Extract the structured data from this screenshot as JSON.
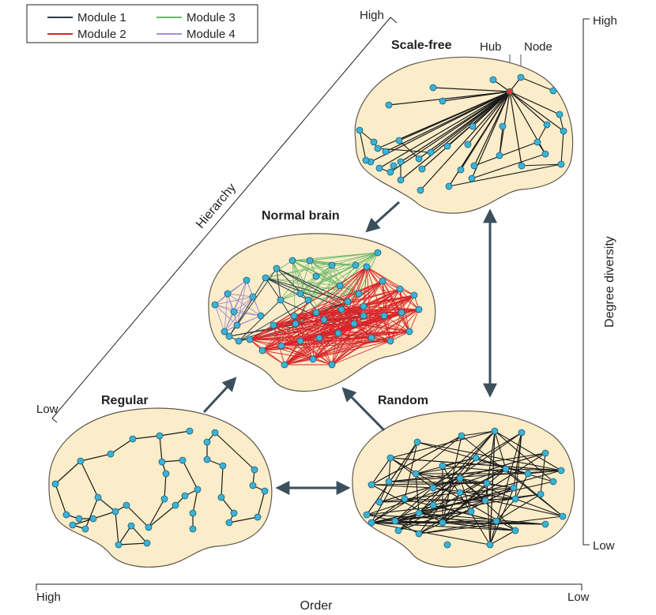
{
  "legend": {
    "items": [
      {
        "label": "Module 1",
        "color": "#2f3a46"
      },
      {
        "label": "Module 2",
        "color": "#d7262b"
      },
      {
        "label": "Module 3",
        "color": "#6cb76a"
      },
      {
        "label": "Module 4",
        "color": "#a58fd0"
      }
    ]
  },
  "titles": {
    "scale_free": "Scale-free",
    "normal_brain": "Normal brain",
    "regular": "Regular",
    "random": "Random"
  },
  "callouts": {
    "hub": "Hub",
    "node": "Node"
  },
  "axes": {
    "hierarchy": {
      "label": "Hierarchy",
      "high": "High",
      "low": "Low"
    },
    "degree_diversity": {
      "label": "Degree diversity",
      "high": "High",
      "low": "Low"
    },
    "order": {
      "label": "Order",
      "high": "High",
      "low": "Low"
    }
  },
  "colors": {
    "brain_fill": "#fbedc9",
    "brain_stroke": "#5f574e",
    "node_fill": "#3bb3d6",
    "node_stroke": "#1b5f7a",
    "hub_fill": "#e03a2a",
    "edge": "#1a1a1a",
    "arrow": "#3b4f5c"
  }
}
